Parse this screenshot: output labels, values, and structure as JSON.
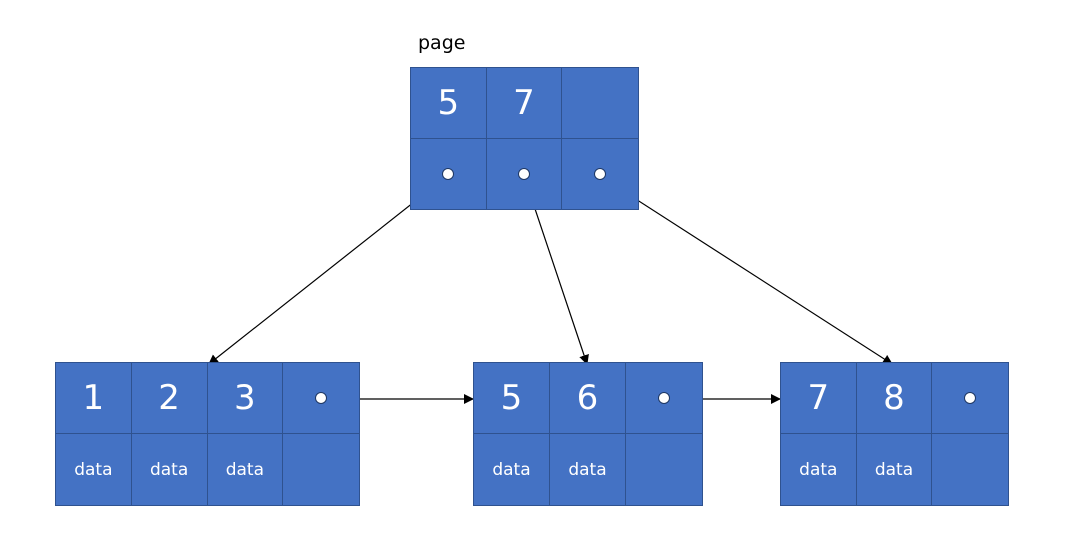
{
  "page_label": "page",
  "colors": {
    "node_fill": "#4472c4",
    "node_border": "#2f528f",
    "text": "#ffffff",
    "arrow": "#000000"
  },
  "root": {
    "keys": [
      "5",
      "7",
      ""
    ]
  },
  "leaves": [
    {
      "keys": [
        "1",
        "2",
        "3"
      ],
      "data": [
        "data",
        "data",
        "data"
      ]
    },
    {
      "keys": [
        "5",
        "6"
      ],
      "data": [
        "data",
        "data"
      ]
    },
    {
      "keys": [
        "7",
        "8"
      ],
      "data": [
        "data",
        "data"
      ]
    }
  ]
}
